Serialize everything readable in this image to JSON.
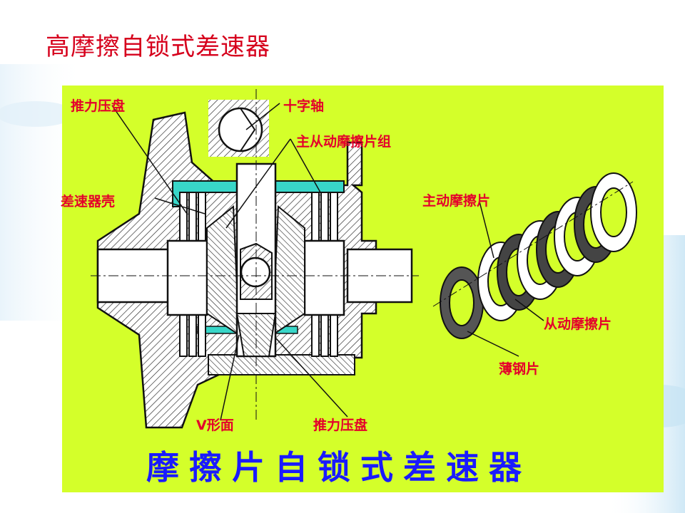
{
  "slide": {
    "title": "高摩擦自锁式差速器"
  },
  "diagram": {
    "caption": "摩擦片自锁式差速器",
    "labels": {
      "thrust_plate_top": "推力压盘",
      "cross_shaft": "十字轴",
      "friction_group": "主从动摩擦片组",
      "housing": "差速器壳",
      "drive_disc": "主动摩擦片",
      "driven_disc": "从动摩擦片",
      "thin_steel": "薄钢片",
      "v_face": "V形面",
      "thrust_plate_bottom": "推力压盘"
    }
  },
  "colors": {
    "panel": "#d4ff2a",
    "label": "#e4002b",
    "caption": "#1a1aff",
    "title": "#d6001c",
    "sleeve": "#38d6c8"
  }
}
